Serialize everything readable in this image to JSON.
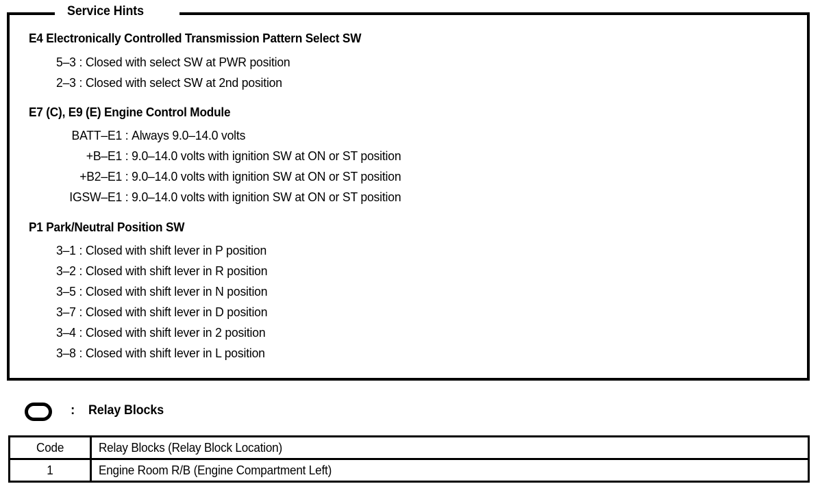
{
  "hints_box": {
    "caption": "Service Hints",
    "groups": [
      {
        "code": "E4",
        "title": "E4  Electronically Controlled Transmission Pattern Select SW",
        "align": "left",
        "lines": [
          {
            "terminal": "5–3",
            "text": "5–3 : Closed with select SW at PWR position"
          },
          {
            "terminal": "2–3",
            "text": "2–3 : Closed with select SW at 2nd position"
          }
        ]
      },
      {
        "code": "E7/E9",
        "title": "E7 (C), E9 (E)  Engine Control Module",
        "align": "right",
        "lines": [
          {
            "terminal": "BATT–E1",
            "text": "Always 9.0–14.0 volts"
          },
          {
            "terminal": "+B–E1",
            "text": "9.0–14.0 volts with ignition SW at ON or ST position"
          },
          {
            "terminal": "+B2–E1",
            "text": "9.0–14.0 volts with ignition SW at ON or ST position"
          },
          {
            "terminal": "IGSW–E1",
            "text": "9.0–14.0 volts with ignition SW at ON or ST position"
          }
        ]
      },
      {
        "code": "P1",
        "title": "P1  Park/Neutral Position SW",
        "align": "left",
        "lines": [
          {
            "terminal": "3–1",
            "text": "3–1 : Closed with shift lever in P position"
          },
          {
            "terminal": "3–2",
            "text": "3–2 : Closed with shift lever in R position"
          },
          {
            "terminal": "3–5",
            "text": "3–5 : Closed with shift lever in N position"
          },
          {
            "terminal": "3–7",
            "text": "3–7 : Closed with shift lever in D position"
          },
          {
            "terminal": "3–4",
            "text": "3–4 : Closed with shift lever in 2 position"
          },
          {
            "terminal": "3–8",
            "text": "3–8 : Closed with shift lever in L position"
          }
        ]
      }
    ]
  },
  "relay_legend": {
    "symbol": "rounded-rectangle",
    "colon": ":",
    "label": "Relay Blocks"
  },
  "relay_table": {
    "headers": [
      "Code",
      "Relay Blocks (Relay Block Location)"
    ],
    "rows": [
      {
        "code": "1",
        "description": "Engine Room R/B (Engine Compartment Left)"
      }
    ]
  },
  "colors": {
    "ink": "#000000",
    "paper": "#ffffff"
  }
}
